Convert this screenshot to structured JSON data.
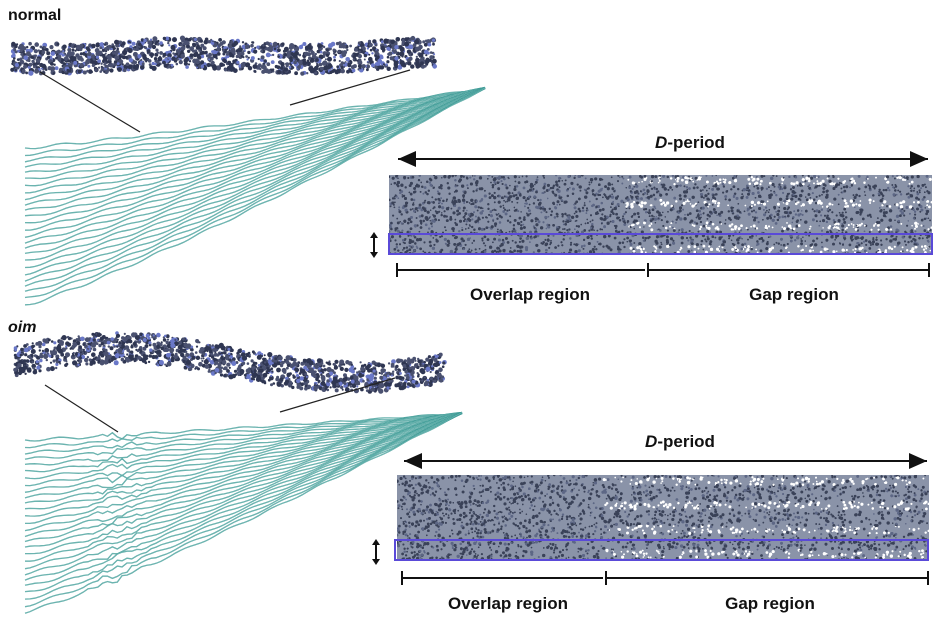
{
  "panels": {
    "top": {
      "label": "normal",
      "dperiod_prefix": "D",
      "dperiod_suffix": "-period",
      "overlap_label": "Overlap region",
      "gap_label": "Gap region"
    },
    "bottom": {
      "label": "oim",
      "dperiod_prefix": "D",
      "dperiod_suffix": "-period",
      "overlap_label": "Overlap region",
      "gap_label": "Gap region"
    }
  },
  "colors": {
    "molecule": "#2f3652",
    "fibril": "#3e9a96",
    "fibril_light": "#a8d8d3",
    "packing_bg": "#8a93a8",
    "packing_dark": "#3a4258",
    "highlight_box": "#5a4ad8",
    "text": "#111111"
  }
}
